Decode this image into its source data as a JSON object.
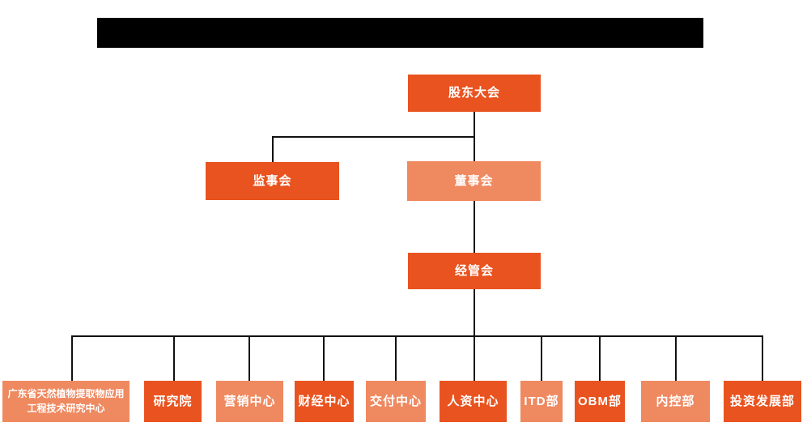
{
  "colors": {
    "page_background": "#FFFFFF",
    "primary_orange": "#E9531F",
    "secondary_orange": "#EF8960",
    "connector_line": "#111111",
    "node_text": "#FFFFFF",
    "title_bar_fill": "#000000"
  },
  "org_chart": {
    "nodes": {
      "shareholders_meeting": {
        "label": "股东大会",
        "tone": "primary"
      },
      "supervisory_board": {
        "label": "监事会",
        "tone": "primary"
      },
      "board_of_directors": {
        "label": "董事会",
        "tone": "secondary"
      },
      "management_committee": {
        "label": "经管会",
        "tone": "primary"
      },
      "research_center": {
        "label": "广东省天然植物提取物应用工程技术研究中心",
        "tone": "secondary"
      },
      "research_institute": {
        "label": "研究院",
        "tone": "primary"
      },
      "marketing_center": {
        "label": "营销中心",
        "tone": "secondary"
      },
      "finance_center": {
        "label": "财经中心",
        "tone": "primary"
      },
      "delivery_center": {
        "label": "交付中心",
        "tone": "secondary"
      },
      "hr_center": {
        "label": "人资中心",
        "tone": "primary"
      },
      "itd_dept": {
        "label": "ITD部",
        "tone": "secondary"
      },
      "obm_dept": {
        "label": "OBM部",
        "tone": "primary"
      },
      "internal_control_dept": {
        "label": "内控部",
        "tone": "secondary"
      },
      "investment_dev_dept": {
        "label": "投资发展部",
        "tone": "primary"
      }
    }
  }
}
